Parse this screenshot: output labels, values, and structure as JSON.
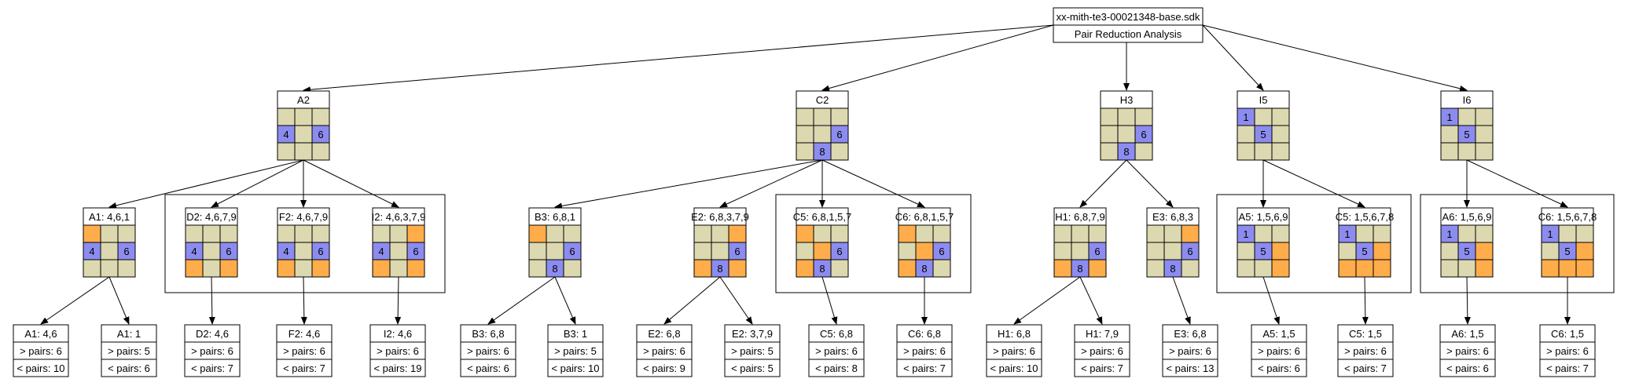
{
  "colors": {
    "tan": "#dcd8b0",
    "blue": "#8c8cf0",
    "orange": "#ffad4a",
    "line": "#000000",
    "bg": "#ffffff"
  },
  "root": {
    "title": "xx-mith-te3-00021348-base.sdk",
    "subtitle": "Pair Reduction Analysis"
  },
  "boards": [
    {
      "id": "A2",
      "label": "A2",
      "cells": [
        [
          "t",
          "t",
          "t"
        ],
        [
          "b4",
          "t",
          "b6"
        ],
        [
          "t",
          "t",
          "t"
        ]
      ]
    },
    {
      "id": "C2",
      "label": "C2",
      "cells": [
        [
          "t",
          "t",
          "t"
        ],
        [
          "t",
          "t",
          "b6"
        ],
        [
          "t",
          "b8",
          "t"
        ]
      ]
    },
    {
      "id": "H3",
      "label": "H3",
      "cells": [
        [
          "t",
          "t",
          "t"
        ],
        [
          "t",
          "t",
          "b6"
        ],
        [
          "t",
          "b8",
          "t"
        ]
      ]
    },
    {
      "id": "I5",
      "label": "I5",
      "cells": [
        [
          "b1",
          "t",
          "t"
        ],
        [
          "t",
          "b5",
          "t"
        ],
        [
          "t",
          "t",
          "t"
        ]
      ]
    },
    {
      "id": "I6",
      "label": "I6",
      "cells": [
        [
          "b1",
          "t",
          "t"
        ],
        [
          "t",
          "b5",
          "t"
        ],
        [
          "t",
          "t",
          "t"
        ]
      ]
    },
    {
      "id": "A1b",
      "label": "A1: 4,6,1",
      "cells": [
        [
          "o",
          "t",
          "t"
        ],
        [
          "b4",
          "t",
          "b6"
        ],
        [
          "t",
          "t",
          "t"
        ]
      ]
    },
    {
      "id": "D2b",
      "label": "D2: 4,6,7,9",
      "cells": [
        [
          "t",
          "t",
          "t"
        ],
        [
          "b4",
          "t",
          "b6"
        ],
        [
          "o",
          "t",
          "o"
        ]
      ]
    },
    {
      "id": "F2b",
      "label": "F2: 4,6,7,9",
      "cells": [
        [
          "t",
          "t",
          "t"
        ],
        [
          "b4",
          "t",
          "b6"
        ],
        [
          "o",
          "t",
          "o"
        ]
      ]
    },
    {
      "id": "I2b",
      "label": "I2: 4,6,3,7,9",
      "cells": [
        [
          "t",
          "t",
          "o"
        ],
        [
          "b4",
          "t",
          "b6"
        ],
        [
          "o",
          "t",
          "o"
        ]
      ]
    },
    {
      "id": "B3b",
      "label": "B3: 6,8,1",
      "cells": [
        [
          "o",
          "t",
          "t"
        ],
        [
          "t",
          "t",
          "b6"
        ],
        [
          "t",
          "b8",
          "t"
        ]
      ]
    },
    {
      "id": "E2b",
      "label": "E2: 6,8,3,7,9",
      "cells": [
        [
          "t",
          "t",
          "o"
        ],
        [
          "t",
          "t",
          "b6"
        ],
        [
          "o",
          "b8",
          "o"
        ]
      ]
    },
    {
      "id": "C5b",
      "label": "C5: 6,8,1,5,7",
      "cells": [
        [
          "o",
          "t",
          "t"
        ],
        [
          "t",
          "o",
          "b6"
        ],
        [
          "o",
          "b8",
          "t"
        ]
      ]
    },
    {
      "id": "C6b",
      "label": "C6: 6,8,1,5,7",
      "cells": [
        [
          "o",
          "t",
          "t"
        ],
        [
          "t",
          "o",
          "b6"
        ],
        [
          "o",
          "b8",
          "t"
        ]
      ]
    },
    {
      "id": "H1b",
      "label": "H1: 6,8,7,9",
      "cells": [
        [
          "t",
          "t",
          "t"
        ],
        [
          "t",
          "t",
          "b6"
        ],
        [
          "o",
          "b8",
          "o"
        ]
      ]
    },
    {
      "id": "E3b",
      "label": "E3: 6,8,3",
      "cells": [
        [
          "t",
          "t",
          "o"
        ],
        [
          "t",
          "t",
          "b6"
        ],
        [
          "t",
          "b8",
          "t"
        ]
      ]
    },
    {
      "id": "A5b",
      "label": "A5: 1,5,6,9",
      "cells": [
        [
          "b1",
          "t",
          "t"
        ],
        [
          "t",
          "b5",
          "o"
        ],
        [
          "t",
          "t",
          "o"
        ]
      ]
    },
    {
      "id": "C5c",
      "label": "C5: 1,5,6,7,8",
      "cells": [
        [
          "b1",
          "t",
          "t"
        ],
        [
          "t",
          "b5",
          "o"
        ],
        [
          "o",
          "o",
          "o"
        ]
      ]
    },
    {
      "id": "A6b",
      "label": "A6: 1,5,6,9",
      "cells": [
        [
          "b1",
          "t",
          "t"
        ],
        [
          "t",
          "b5",
          "o"
        ],
        [
          "t",
          "t",
          "o"
        ]
      ]
    },
    {
      "id": "C6c",
      "label": "C6: 1,5,6,7,8",
      "cells": [
        [
          "b1",
          "t",
          "t"
        ],
        [
          "t",
          "b5",
          "o"
        ],
        [
          "o",
          "o",
          "o"
        ]
      ]
    }
  ],
  "summaries": [
    {
      "id": "sA1a",
      "lines": [
        "A1: 4,6",
        "> pairs: 6",
        "< pairs: 10"
      ]
    },
    {
      "id": "sA1b",
      "lines": [
        "A1: 1",
        "> pairs: 5",
        "< pairs: 6"
      ]
    },
    {
      "id": "sD2",
      "lines": [
        "D2: 4,6",
        "> pairs: 6",
        "< pairs: 7"
      ]
    },
    {
      "id": "sF2",
      "lines": [
        "F2: 4,6",
        "> pairs: 6",
        "< pairs: 7"
      ]
    },
    {
      "id": "sI2",
      "lines": [
        "I2: 4,6",
        "> pairs: 6",
        "< pairs: 19"
      ]
    },
    {
      "id": "sB3a",
      "lines": [
        "B3: 6,8",
        "> pairs: 6",
        "< pairs: 6"
      ]
    },
    {
      "id": "sB3b",
      "lines": [
        "B3: 1",
        "> pairs: 5",
        "< pairs: 10"
      ]
    },
    {
      "id": "sE2a",
      "lines": [
        "E2: 6,8",
        "> pairs: 6",
        "< pairs: 9"
      ]
    },
    {
      "id": "sE2b",
      "lines": [
        "E2: 3,7,9",
        "> pairs: 5",
        "< pairs: 5"
      ]
    },
    {
      "id": "sC5",
      "lines": [
        "C5: 6,8",
        "> pairs: 6",
        "< pairs: 8"
      ]
    },
    {
      "id": "sC6",
      "lines": [
        "C6: 6,8",
        "> pairs: 6",
        "< pairs: 7"
      ]
    },
    {
      "id": "sH1a",
      "lines": [
        "H1: 6,8",
        "> pairs: 6",
        "< pairs: 10"
      ]
    },
    {
      "id": "sH1b",
      "lines": [
        "H1: 7,9",
        "> pairs: 6",
        "< pairs: 7"
      ]
    },
    {
      "id": "sE3",
      "lines": [
        "E3: 6,8",
        "> pairs: 6",
        "< pairs: 13"
      ]
    },
    {
      "id": "sA5",
      "lines": [
        "A5: 1,5",
        "> pairs: 6",
        "< pairs: 6"
      ]
    },
    {
      "id": "sC5c",
      "lines": [
        "C5: 1,5",
        "> pairs: 6",
        "< pairs: 7"
      ]
    },
    {
      "id": "sA6",
      "lines": [
        "A6: 1,5",
        "> pairs: 6",
        "< pairs: 6"
      ]
    },
    {
      "id": "sC6c",
      "lines": [
        "C6: 1,5",
        "> pairs: 6",
        "< pairs: 7"
      ]
    }
  ],
  "edges": [
    [
      "root",
      "A2"
    ],
    [
      "root",
      "C2"
    ],
    [
      "root",
      "H3"
    ],
    [
      "root",
      "I5"
    ],
    [
      "root",
      "I6"
    ],
    [
      "A2",
      "A1b"
    ],
    [
      "A2",
      "D2b"
    ],
    [
      "A2",
      "F2b"
    ],
    [
      "A2",
      "I2b"
    ],
    [
      "C2",
      "B3b"
    ],
    [
      "C2",
      "E2b"
    ],
    [
      "C2",
      "C5b"
    ],
    [
      "C2",
      "C6b"
    ],
    [
      "H3",
      "H1b"
    ],
    [
      "H3",
      "E3b"
    ],
    [
      "I5",
      "A5b"
    ],
    [
      "I5",
      "C5c"
    ],
    [
      "I6",
      "A6b"
    ],
    [
      "I6",
      "C6c"
    ],
    [
      "A1b",
      "sA1a"
    ],
    [
      "A1b",
      "sA1b"
    ],
    [
      "D2b",
      "sD2"
    ],
    [
      "F2b",
      "sF2"
    ],
    [
      "I2b",
      "sI2"
    ],
    [
      "B3b",
      "sB3a"
    ],
    [
      "B3b",
      "sB3b"
    ],
    [
      "E2b",
      "sE2a"
    ],
    [
      "E2b",
      "sE2b"
    ],
    [
      "C5b",
      "sC5"
    ],
    [
      "C6b",
      "sC6"
    ],
    [
      "H1b",
      "sH1a"
    ],
    [
      "H1b",
      "sH1b"
    ],
    [
      "E3b",
      "sE3"
    ],
    [
      "A5b",
      "sA5"
    ],
    [
      "C5c",
      "sC5c"
    ],
    [
      "A6b",
      "sA6"
    ],
    [
      "C6c",
      "sC6c"
    ]
  ],
  "groups": [
    [
      "D2b",
      "F2b",
      "I2b"
    ],
    [
      "C5b",
      "C6b"
    ],
    [
      "A5b",
      "C5c"
    ],
    [
      "A6b",
      "C6c"
    ]
  ]
}
